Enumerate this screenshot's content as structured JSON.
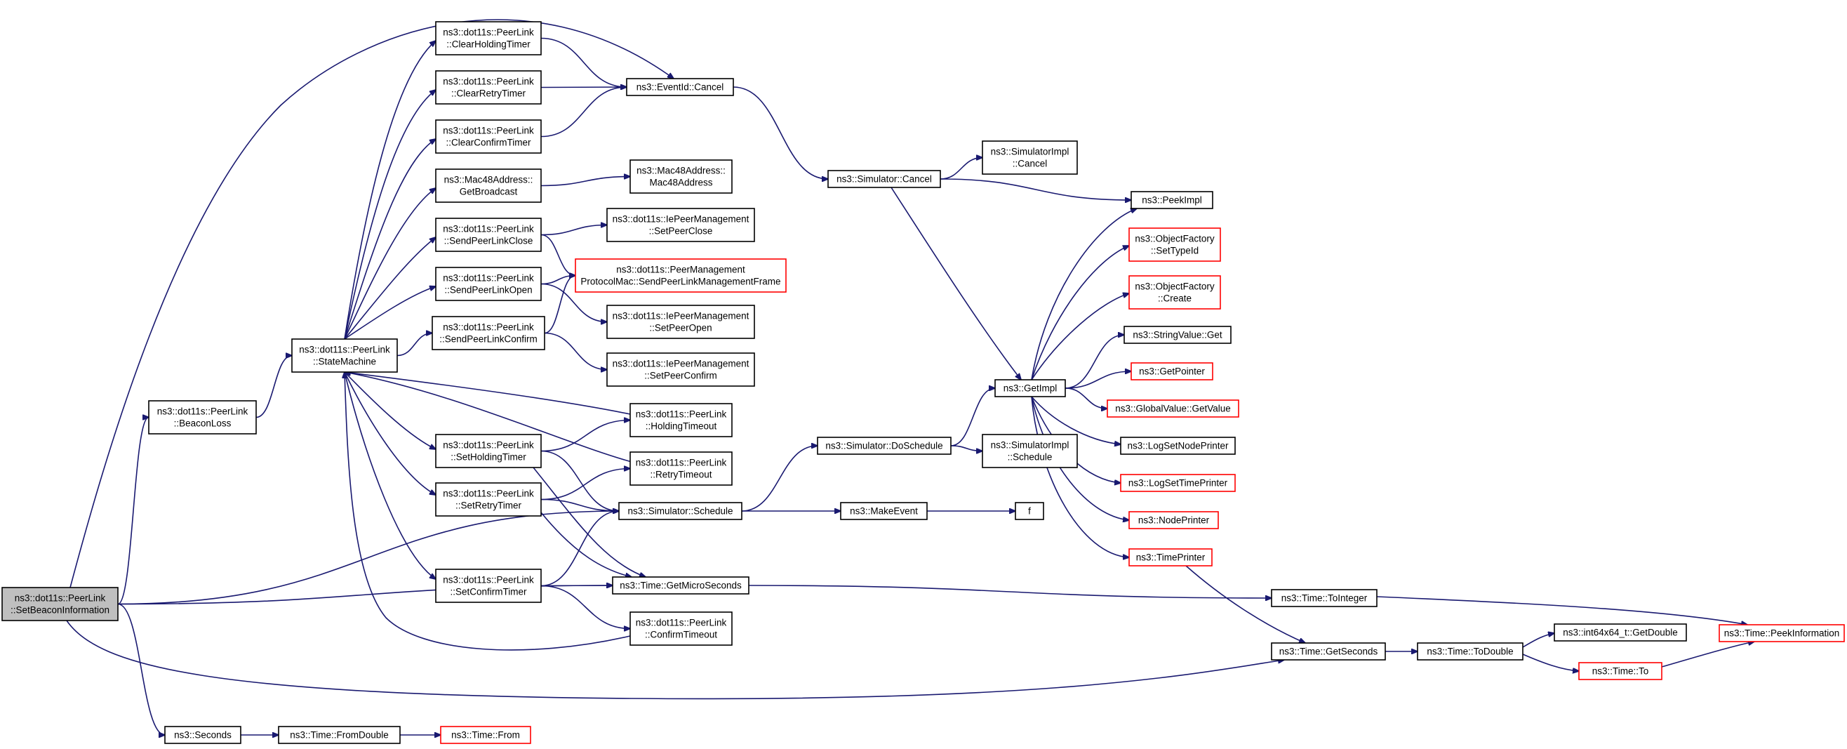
{
  "nodes": [
    {
      "id": "setbeacon",
      "lines": [
        "ns3::dot11s::PeerLink",
        "::SetBeaconInformation"
      ],
      "root": true
    },
    {
      "id": "beaconloss",
      "lines": [
        "ns3::dot11s::PeerLink",
        "::BeaconLoss"
      ]
    },
    {
      "id": "statemachine",
      "lines": [
        "ns3::dot11s::PeerLink",
        "::StateMachine"
      ]
    },
    {
      "id": "clearholding",
      "lines": [
        "ns3::dot11s::PeerLink",
        "::ClearHoldingTimer"
      ]
    },
    {
      "id": "clearretry",
      "lines": [
        "ns3::dot11s::PeerLink",
        "::ClearRetryTimer"
      ]
    },
    {
      "id": "clearconfirm",
      "lines": [
        "ns3::dot11s::PeerLink",
        "::ClearConfirmTimer"
      ]
    },
    {
      "id": "getbroadcast",
      "lines": [
        "ns3::Mac48Address::",
        "GetBroadcast"
      ]
    },
    {
      "id": "sendclose",
      "lines": [
        "ns3::dot11s::PeerLink",
        "::SendPeerLinkClose"
      ]
    },
    {
      "id": "sendopen",
      "lines": [
        "ns3::dot11s::PeerLink",
        "::SendPeerLinkOpen"
      ]
    },
    {
      "id": "sendconfirm",
      "lines": [
        "ns3::dot11s::PeerLink",
        "::SendPeerLinkConfirm"
      ]
    },
    {
      "id": "setholding",
      "lines": [
        "ns3::dot11s::PeerLink",
        "::SetHoldingTimer"
      ]
    },
    {
      "id": "setretry",
      "lines": [
        "ns3::dot11s::PeerLink",
        "::SetRetryTimer"
      ]
    },
    {
      "id": "setconfirm",
      "lines": [
        "ns3::dot11s::PeerLink",
        "::SetConfirmTimer"
      ]
    },
    {
      "id": "seconds",
      "lines": [
        "ns3::Seconds"
      ]
    },
    {
      "id": "eventcancel",
      "lines": [
        "ns3::EventId::Cancel"
      ]
    },
    {
      "id": "mac48",
      "lines": [
        "ns3::Mac48Address::",
        "Mac48Address"
      ]
    },
    {
      "id": "iesetclose",
      "lines": [
        "ns3::dot11s::IePeerManagement",
        "::SetPeerClose"
      ]
    },
    {
      "id": "sendmgmt",
      "lines": [
        "ns3::dot11s::PeerManagement",
        "ProtocolMac::SendPeerLinkManagementFrame"
      ],
      "red": true
    },
    {
      "id": "iesetopen",
      "lines": [
        "ns3::dot11s::IePeerManagement",
        "::SetPeerOpen"
      ]
    },
    {
      "id": "iesetconfirm",
      "lines": [
        "ns3::dot11s::IePeerManagement",
        "::SetPeerConfirm"
      ]
    },
    {
      "id": "holdingtimeout",
      "lines": [
        "ns3::dot11s::PeerLink",
        "::HoldingTimeout"
      ]
    },
    {
      "id": "retrytimeout",
      "lines": [
        "ns3::dot11s::PeerLink",
        "::RetryTimeout"
      ]
    },
    {
      "id": "simschedule",
      "lines": [
        "ns3::Simulator::Schedule"
      ]
    },
    {
      "id": "getmicro",
      "lines": [
        "ns3::Time::GetMicroSeconds"
      ]
    },
    {
      "id": "confirmtimeout",
      "lines": [
        "ns3::dot11s::PeerLink",
        "::ConfirmTimeout"
      ]
    },
    {
      "id": "fromdouble",
      "lines": [
        "ns3::Time::FromDouble"
      ]
    },
    {
      "id": "timefrom",
      "lines": [
        "ns3::Time::From"
      ],
      "red": true
    },
    {
      "id": "simcancel",
      "lines": [
        "ns3::Simulator::Cancel"
      ]
    },
    {
      "id": "simdoschedule",
      "lines": [
        "ns3::Simulator::DoSchedule"
      ]
    },
    {
      "id": "makeevent",
      "lines": [
        "ns3::MakeEvent"
      ]
    },
    {
      "id": "implcancel",
      "lines": [
        "ns3::SimulatorImpl",
        "::Cancel"
      ]
    },
    {
      "id": "implschedule",
      "lines": [
        "ns3::SimulatorImpl",
        "::Schedule"
      ]
    },
    {
      "id": "getimpl",
      "lines": [
        "ns3::GetImpl"
      ]
    },
    {
      "id": "f",
      "lines": [
        "f"
      ]
    },
    {
      "id": "peekimpl",
      "lines": [
        "ns3::PeekImpl"
      ]
    },
    {
      "id": "ofsettypeid",
      "lines": [
        "ns3::ObjectFactory",
        "::SetTypeId"
      ],
      "red": true
    },
    {
      "id": "ofcreate",
      "lines": [
        "ns3::ObjectFactory",
        "::Create"
      ],
      "red": true
    },
    {
      "id": "stringvalueget",
      "lines": [
        "ns3::StringValue::Get"
      ]
    },
    {
      "id": "getpointer",
      "lines": [
        "ns3::GetPointer"
      ],
      "red": true
    },
    {
      "id": "globalvalue",
      "lines": [
        "ns3::GlobalValue::GetValue"
      ],
      "red": true
    },
    {
      "id": "logsetnode",
      "lines": [
        "ns3::LogSetNodePrinter"
      ]
    },
    {
      "id": "logsettime",
      "lines": [
        "ns3::LogSetTimePrinter"
      ],
      "red": true
    },
    {
      "id": "nodeprinter",
      "lines": [
        "ns3::NodePrinter"
      ],
      "red": true
    },
    {
      "id": "timeprinter",
      "lines": [
        "ns3::TimePrinter"
      ],
      "red": true
    },
    {
      "id": "tointeger",
      "lines": [
        "ns3::Time::ToInteger"
      ]
    },
    {
      "id": "getseconds",
      "lines": [
        "ns3::Time::GetSeconds"
      ]
    },
    {
      "id": "todouble",
      "lines": [
        "ns3::Time::ToDouble"
      ]
    },
    {
      "id": "int64getdouble",
      "lines": [
        "ns3::int64x64_t::GetDouble"
      ]
    },
    {
      "id": "timeto",
      "lines": [
        "ns3::Time::To"
      ],
      "red": true
    },
    {
      "id": "peekinformation",
      "lines": [
        "ns3::Time::PeekInformation"
      ],
      "red": true
    }
  ],
  "edges": [
    [
      "setbeacon",
      "beaconloss"
    ],
    [
      "setbeacon",
      "eventcancel"
    ],
    [
      "setbeacon",
      "simschedule"
    ],
    [
      "setbeacon",
      "getmicro"
    ],
    [
      "setbeacon",
      "getseconds"
    ],
    [
      "setbeacon",
      "seconds"
    ],
    [
      "beaconloss",
      "statemachine"
    ],
    [
      "statemachine",
      "clearholding"
    ],
    [
      "statemachine",
      "clearretry"
    ],
    [
      "statemachine",
      "clearconfirm"
    ],
    [
      "statemachine",
      "getbroadcast"
    ],
    [
      "statemachine",
      "sendclose"
    ],
    [
      "statemachine",
      "sendopen"
    ],
    [
      "statemachine",
      "sendconfirm"
    ],
    [
      "statemachine",
      "setholding"
    ],
    [
      "statemachine",
      "setretry"
    ],
    [
      "statemachine",
      "setconfirm"
    ],
    [
      "clearholding",
      "eventcancel"
    ],
    [
      "clearretry",
      "eventcancel"
    ],
    [
      "clearconfirm",
      "eventcancel"
    ],
    [
      "getbroadcast",
      "mac48"
    ],
    [
      "sendclose",
      "iesetclose"
    ],
    [
      "sendclose",
      "sendmgmt"
    ],
    [
      "sendopen",
      "sendmgmt"
    ],
    [
      "sendopen",
      "iesetopen"
    ],
    [
      "sendconfirm",
      "sendmgmt"
    ],
    [
      "sendconfirm",
      "iesetconfirm"
    ],
    [
      "setholding",
      "holdingtimeout"
    ],
    [
      "setholding",
      "simschedule"
    ],
    [
      "setholding",
      "getmicro"
    ],
    [
      "setretry",
      "retrytimeout"
    ],
    [
      "setretry",
      "simschedule"
    ],
    [
      "setretry",
      "getmicro"
    ],
    [
      "setconfirm",
      "simschedule"
    ],
    [
      "setconfirm",
      "getmicro"
    ],
    [
      "setconfirm",
      "confirmtimeout"
    ],
    [
      "holdingtimeout",
      "statemachine"
    ],
    [
      "retrytimeout",
      "statemachine"
    ],
    [
      "confirmtimeout",
      "statemachine"
    ],
    [
      "eventcancel",
      "simcancel"
    ],
    [
      "simcancel",
      "implcancel"
    ],
    [
      "simcancel",
      "peekimpl"
    ],
    [
      "simcancel",
      "getimpl"
    ],
    [
      "simschedule",
      "simdoschedule"
    ],
    [
      "simschedule",
      "makeevent"
    ],
    [
      "simdoschedule",
      "getimpl"
    ],
    [
      "simdoschedule",
      "implschedule"
    ],
    [
      "makeevent",
      "f"
    ],
    [
      "getimpl",
      "peekimpl"
    ],
    [
      "getimpl",
      "ofsettypeid"
    ],
    [
      "getimpl",
      "ofcreate"
    ],
    [
      "getimpl",
      "stringvalueget"
    ],
    [
      "getimpl",
      "getpointer"
    ],
    [
      "getimpl",
      "globalvalue"
    ],
    [
      "getimpl",
      "logsetnode"
    ],
    [
      "getimpl",
      "logsettime"
    ],
    [
      "getimpl",
      "nodeprinter"
    ],
    [
      "getimpl",
      "timeprinter"
    ],
    [
      "timeprinter",
      "getseconds"
    ],
    [
      "getmicro",
      "tointeger"
    ],
    [
      "tointeger",
      "peekinformation"
    ],
    [
      "getseconds",
      "todouble"
    ],
    [
      "todouble",
      "int64getdouble"
    ],
    [
      "todouble",
      "timeto"
    ],
    [
      "timeto",
      "peekinformation"
    ],
    [
      "seconds",
      "fromdouble"
    ],
    [
      "fromdouble",
      "timefrom"
    ]
  ]
}
